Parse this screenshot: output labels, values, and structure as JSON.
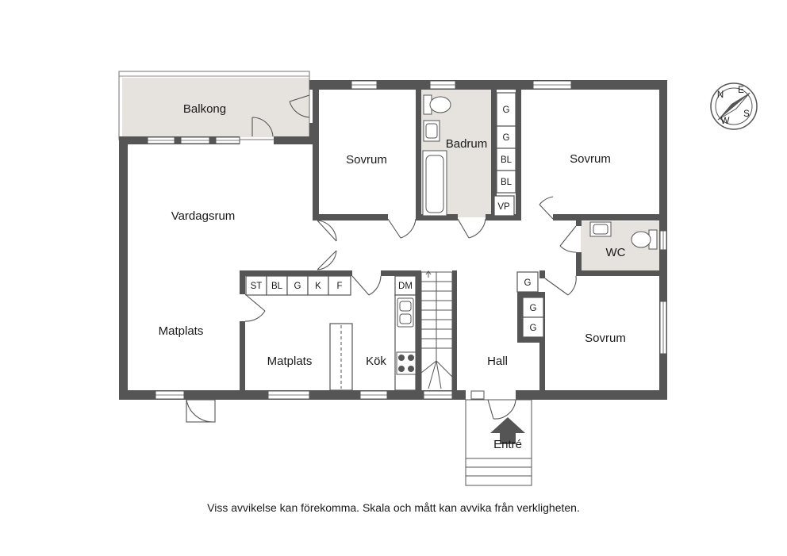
{
  "rooms": {
    "balkong": "Balkong",
    "sovrum_1": "Sovrum",
    "badrum": "Badrum",
    "sovrum_2": "Sovrum",
    "vardagsrum": "Vardagsrum",
    "wc": "WC",
    "matplats_1": "Matplats",
    "matplats_2": "Matplats",
    "kok": "Kök",
    "hall": "Hall",
    "sovrum_3": "Sovrum",
    "entre": "Entré"
  },
  "fixtures": {
    "wardrobe_g": "G",
    "wardrobe_bl": "BL",
    "vp": "VP",
    "st": "ST",
    "k": "K",
    "f": "F",
    "dm": "DM"
  },
  "compass": {
    "n": "N",
    "e": "E",
    "s": "S",
    "w": "W"
  },
  "colors": {
    "wall": "#555555",
    "balcony": "#e6e3df",
    "bath": "#e6e3df"
  },
  "disclaimer": "Viss avvikelse kan förekomma. Skala och mått kan avvika från verkligheten."
}
